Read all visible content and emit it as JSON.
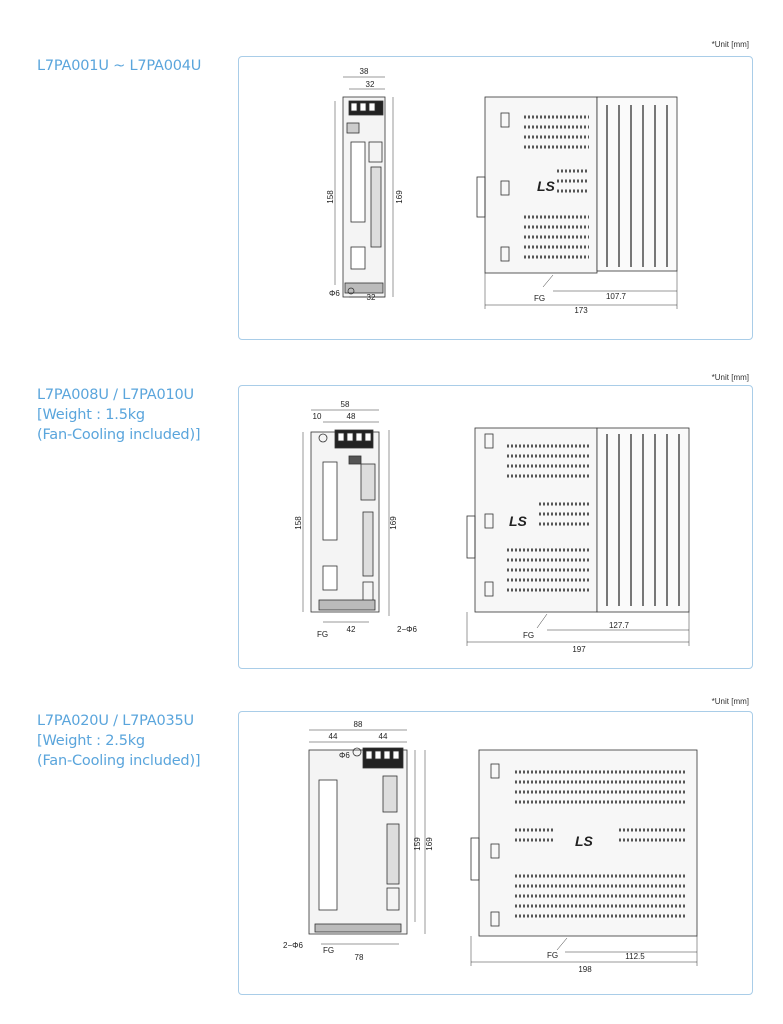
{
  "sections": [
    {
      "unit_note": "*Unit [mm]",
      "title_lines": [
        "L7PA001U ~ L7PA004U"
      ],
      "front": {
        "width_total": "38",
        "width_inner": "32",
        "height_outer": "169",
        "height_inner": "158",
        "bottom_width": "32",
        "hole": "Φ6"
      },
      "side": {
        "depth_total": "173",
        "depth_inner": "107.7",
        "ground_label": "FG",
        "logo": "LS"
      }
    },
    {
      "unit_note": "*Unit [mm]",
      "title_lines": [
        "L7PA008U / L7PA010U",
        "[Weight : 1.5kg",
        "(Fan-Cooling included)]"
      ],
      "front": {
        "width_total": "58",
        "width_left": "10",
        "width_inner": "48",
        "height_outer": "169",
        "height_inner": "158",
        "bottom_width": "42",
        "hole": "2−Φ6",
        "ground_label": "FG"
      },
      "side": {
        "depth_total": "197",
        "depth_inner": "127.7",
        "ground_label": "FG",
        "logo": "LS"
      }
    },
    {
      "unit_note": "*Unit [mm]",
      "title_lines": [
        "L7PA020U / L7PA035U",
        "[Weight : 2.5kg",
        "(Fan-Cooling included)]"
      ],
      "front": {
        "width_total": "88",
        "width_left": "44",
        "width_right": "44",
        "height_outer": "169",
        "height_inner": "159",
        "bottom_width": "78",
        "hole_top": "Φ6",
        "hole": "2−Φ6",
        "ground_label": "FG"
      },
      "side": {
        "depth_total": "198",
        "depth_inner": "112.5",
        "ground_label": "FG",
        "logo": "LS"
      }
    }
  ]
}
